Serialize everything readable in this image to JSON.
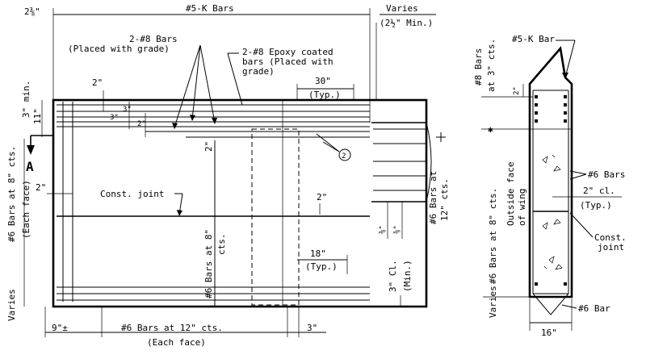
{
  "elevation": {
    "top_left_dim": "2⅜\"",
    "top_bars": "#5-K Bars",
    "varies_top": "Varies",
    "varies_top_min": "(2½\" Min.)",
    "bars_grade_1": "2-#8 Bars",
    "bars_grade_2": "(Placed with grade)",
    "epoxy_1": "2-#8 Epoxy coated",
    "epoxy_2": "bars (Placed with",
    "epoxy_3": "grade)",
    "dim_30": "30\"",
    "typ": "(Typ.)",
    "dim_2a": "2\"",
    "dim_3min": "3\" min.",
    "dim_11": "11\"",
    "dim_3a": "3\"",
    "dim_3b": "3\"",
    "dim_2b": "2\"",
    "dim_2c": "2\"",
    "callout": "2",
    "section_mark": "A",
    "dim_2d": "2\"",
    "const_joint": "Const. joint",
    "left_bars_1": "#6 Bars at 8\" cts.",
    "left_bars_2": "(Each face)",
    "left_varies": "Varies",
    "mid_bars": "#6 Bars at 8\"",
    "mid_cts": "cts.",
    "dim_2e": "2\"",
    "dim_3_8a": "⅜\"",
    "dim_3_8b": "⅜\"",
    "right_bars_1": "#6 Bars at",
    "right_bars_2": "12\" cts.",
    "dim_18": "18\"",
    "typ_18": "(Typ.)",
    "cl_3": "3\" Cl.",
    "cl_min": "(Min.)",
    "bottom_9": "9\"±",
    "bottom_bars_1": "#6 Bars at 12\" cts.",
    "bottom_bars_2": "(Each face)",
    "bottom_3": "3\""
  },
  "section": {
    "top_bar": "#5-K Bar",
    "side_bars_1": "#8 Bars",
    "side_bars_2": "at 3\" cts.",
    "dim_2": "2\"",
    "asterisk": "✱",
    "left_bars": "#6 Bars at 8\" cts.",
    "outside_1": "Outside face",
    "outside_2": "of wing",
    "bars_6": "#6 Bars",
    "cl_2": "2\" cl.",
    "typ": "(Typ.)",
    "const_1": "Const.",
    "const_2": "joint",
    "varies": "Varies",
    "bottom_bar": "#6 Bar",
    "width_16": "16\""
  }
}
